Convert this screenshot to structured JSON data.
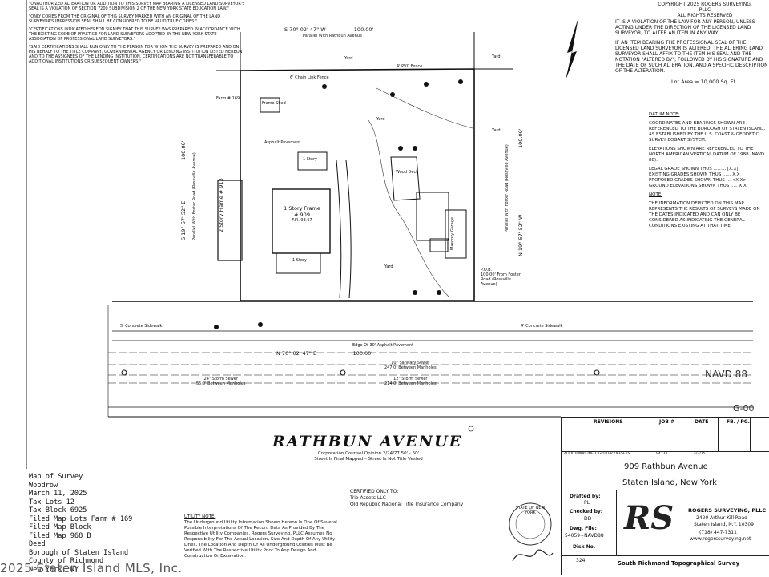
{
  "notes_left": [
    "\"UNAUTHORIZED ALTERATION OR ADDITION TO THIS SURVEY MAP BEARING A LICENSED LAND SURVEYOR'S SEAL IS A VIOLATION OF SECTION 7209 SUBDIVISION 2 OF THE NEW YORK STATE EDUCATION LAW.\"",
    "\"ONLY COPIES FROM THE ORIGINAL OF THIS SURVEY MARKED WITH AN ORIGINAL OF THE LAND SURVEYOR'S IMPRESSION SEAL SHALL BE CONSIDERED TO BE VALID TRUE COPIES.\"",
    "\"CERTIFICATIONS INDICATED HEREON SIGNIFY THAT THIS SURVEY WAS PREPARED IN ACCORDANCE WITH THE EXISTING CODE OF PRACTICE FOR LAND SURVEYORS ADOPTED BY THE NEW YORK STATE ASSOCIATION OF PROFESSIONAL LAND SURVEYORS.\"",
    "\"SAID CERTIFICATIONS SHALL RUN ONLY TO THE PERSON FOR WHOM THE SURVEY IS PREPARED AND ON HIS BEHALF TO THE TITLE COMPANY, GOVERNMENTAL AGENCY OR LENDING INSTITUTION LISTED HEREON AND TO THE ASSIGNEES OF THE LENDING INSTITUTION. CERTIFICATIONS ARE NOT TRANSFERABLE TO ADDITIONAL INSTITUTIONS OR SUBSEQUENT OWNERS.\""
  ],
  "copyright": [
    "COPYRIGHT 2025 ROGERS SURVEYING, PLLC",
    "ALL RIGHTS RESERVED"
  ],
  "notes_right": [
    "IT IS A VIOLATION OF THE LAW FOR ANY PERSON, UNLESS ACTING UNDER THE DIRECTION OF THE LICENSED LAND SURVEYOR, TO ALTER AN ITEM IN ANY WAY.",
    "IF AN ITEM BEARING THE PROFESSIONAL SEAL OF THE LICENSED LAND SURVEYOR IS ALTERED, THE ALTERING LAND SURVEYOR SHALL AFFIX TO THE ITEM HIS SEAL AND THE NOTATION \"ALTERED BY\", FOLLOWED BY HIS SIGNATURE AND THE DATE OF SUCH ALTERATION, AND A SPECIFIC DESCRIPTION OF THE ALTERATION."
  ],
  "lot_area": "Lot Area = 10,000 Sq. Ft.",
  "datum": {
    "heading": "DATUM NOTE:",
    "coords": "COORDINATES AND BEARINGS SHOWN ARE REFERENCED TO THE BOROUGH OF STATEN ISLAND, AS ESTABLISHED BY THE U.S. COAST & GEODETIC SURVEY BOGART SYSTEM.",
    "elev": "ELEVATIONS SHOWN ARE REFERENCED TO THE NORTH AMERICAN VERTICAL DATUM OF 1988 (NAVD 88).",
    "legend": [
      "LEGAL GRADE SHOWN THUS ......... [X.X]",
      "EXISTING GRADES SHOWN THUS ...... X.X",
      "PROPOSED GRADES SHOWN THUS ... <X.X>",
      "GROUND ELEVATIONS SHOWN THUS ..... X.X"
    ],
    "note_heading": "NOTE:",
    "note": "THE INFORMATION DEPICTED ON THIS MAP REPRESENTS THE RESULTS OF SURVEYS MADE ON THE DATES INDICATED AND CAN ONLY BE CONSIDERED AS INDICATING THE GENERAL CONDITIONS EXISTING AT THAT TIME."
  },
  "plan": {
    "top_bearing": "S 70° 02' 47\" W",
    "top_dist": "100.00'",
    "top_parallel": "Parallel With Rathbun Avenue",
    "bottom_bearing": "N 70° 02' 47\" E",
    "bottom_dist": "100.00'",
    "left_bearing": "S 19° 57' 52\" E",
    "left_dist": "100.00'",
    "left_parallel": "Parallel With Foster Road (Rossville Avenue)",
    "right_bearing": "N 19° 57' 52\" W",
    "right_dist": "100.00'",
    "right_parallel": "Parallel With Foster Road (Rossville Avenue)",
    "house_label": "1 Story Frame",
    "house_number": "# 909",
    "house_ffe": "F.Fl. 93.67",
    "left_house": "2 Story Frame",
    "left_house_no": "# 913",
    "one_story_a": "1 Story",
    "one_story_b": "1 Story",
    "asphalt": "Asphalt Pavement",
    "frame_shed": "Frame Shed",
    "wood_deck": "Wood Deck",
    "masonry_garage": "Masonry Garage",
    "pob": "P.O.B.",
    "pob_dist": "100.00' From Foster Road (Rossville Avenue)",
    "concrete_sidewalk": "5' Concrete Sidewalk",
    "concrete_sidewalk_r": "4' Concrete Sidewalk",
    "sanitary_sewer": "10\" Sanitary Sewer",
    "sanitary_len": "247.0' Between Manholes",
    "storm_sewer_a": "24\" Storm Sewer",
    "storm_len_a": "55.0' Between Manholes",
    "storm_sewer_b": "12\" Storm Sewer",
    "storm_len_b": "214.0' Between Manholes",
    "edge_asphalt": "Edge Of 30' Asphalt Pavement",
    "yard_labels": [
      "Yard",
      "Yard",
      "Yard",
      "Yard",
      "Yard"
    ],
    "chain_fence": "6' Chain Link Fence",
    "pvc_fence": "4' PVC Fence",
    "farm": "Farm # 169"
  },
  "street": {
    "name": "RATHBUN AVENUE",
    "opinion": "Corporation Counsel Opinion 2/24/77   50' - 60'",
    "mapped": "Street Is Final Mapped – Street Is Not Title Vested"
  },
  "map_info": [
    "Map of Survey",
    "Woodrow",
    "March 11, 2025",
    "Tax Lots  12",
    "Tax Block 6925",
    "Filed Map Lots Farm # 169",
    "Filed Map Block",
    "Filed Map 968 B",
    "Deed",
    "Borough of Staten Island",
    "County of Richmond",
    "New York, NY"
  ],
  "utility": {
    "heading": "UTILITY NOTE:",
    "text": "The Underground Utility Information Shown Hereon Is One Of Several Possible Interpretations Of The Record Data As Provided By The Respective Utility Companies. Rogers Surveying, PLLC Assumes No Responsibility For The Actual Location, Size And Depth Of Any Utility Lines. The Location And Depth Of All Underground Utilities Must Be Verified With The Respective Utility Prior To Any Design And Construction Or Excavation."
  },
  "certified": {
    "heading": "CERTIFIED ONLY TO:",
    "lines": [
      "Trio Assets LLC",
      "Old Republic National Title Insurance Company"
    ]
  },
  "title_block": {
    "headers": [
      "REVISIONS",
      "JOB #",
      "DATE",
      "FB. / PG."
    ],
    "revision_row": [
      "ADDITIONAL INFO. GUTTER OFFSETS",
      "94233",
      "4/2/25",
      ""
    ],
    "address": "909 Rathbun Avenue",
    "city": "Staten Island, New York",
    "drafted_by_lbl": "Drafted by:",
    "drafted_by": "PL",
    "checked_by_lbl": "Checked by:",
    "checked_by": "DD",
    "dwg_lbl": "Dwg. File:",
    "dwg": "54059~NAVD88",
    "disk_lbl": "Disk No.",
    "disk": "324",
    "firm": "ROGERS SURVEYING, PLLC",
    "firm_addr1": "2420 Arthur Kill Road",
    "firm_addr2": "Staten Island, N.Y. 10309",
    "firm_phone": "(718) 447-7311",
    "firm_web": "www.rogerssurveying.net",
    "footer": "South Richmond Topographical Survey",
    "logo_text": "RS",
    "seal_text": "STATE OF NEW YORK"
  },
  "navd_label": "NAVD 88",
  "g_code": "G-00",
  "watermark": "2025 Staten Island MLS, Inc."
}
